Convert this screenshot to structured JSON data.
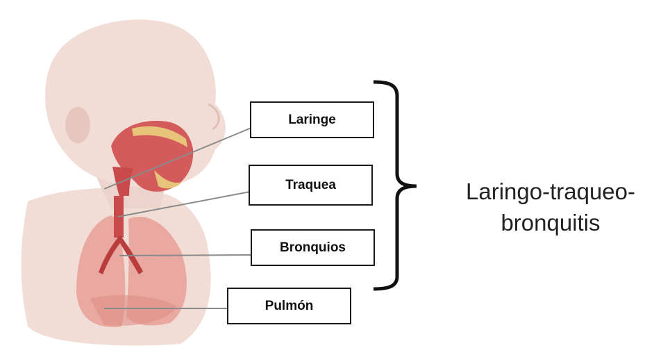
{
  "labels": {
    "laringe": "Laringe",
    "traquea": "Traquea",
    "bronquios": "Bronquios",
    "pulmon": "Pulmón"
  },
  "condition": {
    "line1": "Laringo-traqueo-",
    "line2": "bronquitis"
  },
  "colors": {
    "skin": "#f1ddd6",
    "lung": "#e9a8a0",
    "airway": "#c84a4a",
    "bone": "#e8c37a",
    "leader_line": "#8a8a8a",
    "bracket": "#111111"
  }
}
